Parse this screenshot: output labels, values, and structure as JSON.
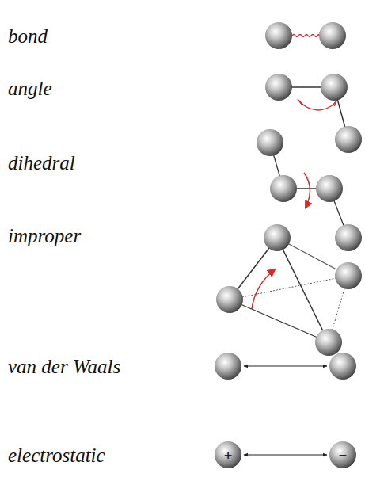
{
  "diagram": {
    "nodes": [
      {
        "text": [
          "+"
        ]
      },
      {
        "text": [
          "−"
        ]
      }
    ],
    "edges": [
      {
        "from": 0,
        "to": 1,
        "arrow": "both"
      }
    ],
    "labels": [
      "bond",
      "angle",
      "dihedral",
      "improper",
      "van der Waals",
      "electrostatic"
    ]
  }
}
